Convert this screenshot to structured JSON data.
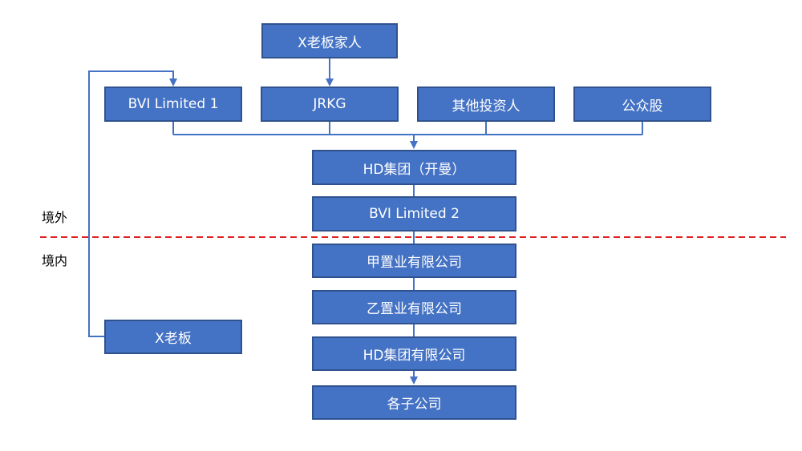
{
  "diagram": {
    "nodes": {
      "family": "X老板家人",
      "bvi1": "BVI Limited 1",
      "jrkg": "JRKG",
      "other_investors": "其他投资人",
      "public_shares": "公众股",
      "hd_group_cayman": "HD集团（开曼）",
      "bvi2": "BVI Limited 2",
      "jia": "甲置业有限公司",
      "yi": "乙置业有限公司",
      "hd_group_ltd": "HD集团有限公司",
      "subsidiaries": "各子公司",
      "boss": "X老板"
    },
    "zones": {
      "offshore": "境外",
      "onshore": "境内"
    },
    "colors": {
      "box_fill": "#4472C4",
      "box_border": "#2F528F",
      "line": "#4472C4",
      "divider": "#E02020"
    }
  }
}
